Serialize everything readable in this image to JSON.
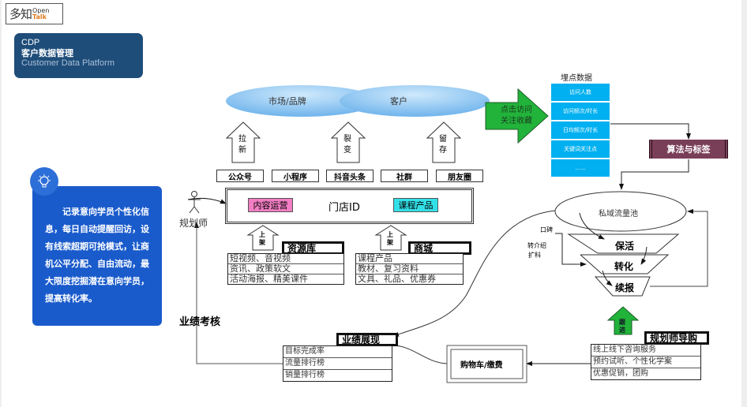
{
  "logo": {
    "cn": "多知",
    "en_top": "Open",
    "en_bottom": "Talk"
  },
  "header_card": {
    "line1": "CDP",
    "line2": "客户数据管理",
    "line3": "Customer Data Platform"
  },
  "note": {
    "icon": "lightbulb-icon",
    "text": "记录意向学员个性化信息，每日自动提醒回访，设有线索超期可抢模式，让商机公平分配、自由流动，最大限度挖掘潜在意向学员，提高转化率。"
  },
  "cloud": {
    "left_label": "市场/品牌",
    "right_label": "客户"
  },
  "up_arrows": [
    {
      "line1": "拉",
      "line2": "新"
    },
    {
      "line1": "裂",
      "line2": "变"
    },
    {
      "line1": "留",
      "line2": "存"
    }
  ],
  "channels": [
    "公众号",
    "小程序",
    "抖音头条",
    "社群",
    "朋友圈"
  ],
  "store": {
    "title": "门店ID",
    "left_tag": "内容运营",
    "right_tag": "课程产品"
  },
  "actor": {
    "label": "规划师",
    "icon": "person-icon"
  },
  "shelf_arrow": {
    "line1": "上",
    "line2": "架"
  },
  "resource_lib": {
    "title": "资源库",
    "rows": [
      "短视频、音视频",
      "资讯、政策软文",
      "活动海报、精美课件"
    ]
  },
  "mall": {
    "title": "商城",
    "rows": [
      "课程产品",
      "教材、复习资料",
      "文具、礼品、优惠券"
    ]
  },
  "green_arrow": {
    "line1": "点击访问",
    "line2": "关注收藏"
  },
  "tracking": {
    "title": "埋点数据",
    "items": [
      "访问人数",
      "访问频次/时长",
      "日均频次/时长",
      "关键词关注点",
      "......"
    ]
  },
  "algo": {
    "label": "算法与标签"
  },
  "pool": {
    "label": "私域流量池"
  },
  "funnel": [
    "保活",
    "转化",
    "续报"
  ],
  "referral": {
    "label1": "口碑",
    "label2": "转介绍",
    "label3": "扩科"
  },
  "follow_arrow": {
    "line1": "跟",
    "line2": "进"
  },
  "planner_guide": {
    "title": "规划师导购",
    "rows": [
      "线上线下咨询服务",
      "预约试听、个性化学案",
      "优惠促销，团购"
    ]
  },
  "cart": {
    "label": "购物车/缴费"
  },
  "performance": {
    "title": "业绩展现",
    "rows": [
      "目标完成率",
      "流量排行榜",
      "销量排行榜"
    ]
  },
  "assessment": {
    "label": "业绩考核"
  },
  "colors": {
    "header_card": "#1f4d7a",
    "note_bg": "#1a5bcc",
    "cloud": "#8ec8f4",
    "green_arrow": "#22b33a",
    "tracking": "#00b0f0",
    "algo": "#7a3f58",
    "pink_tag": "#f27ec3",
    "cyan_tag": "#33e0e8"
  }
}
